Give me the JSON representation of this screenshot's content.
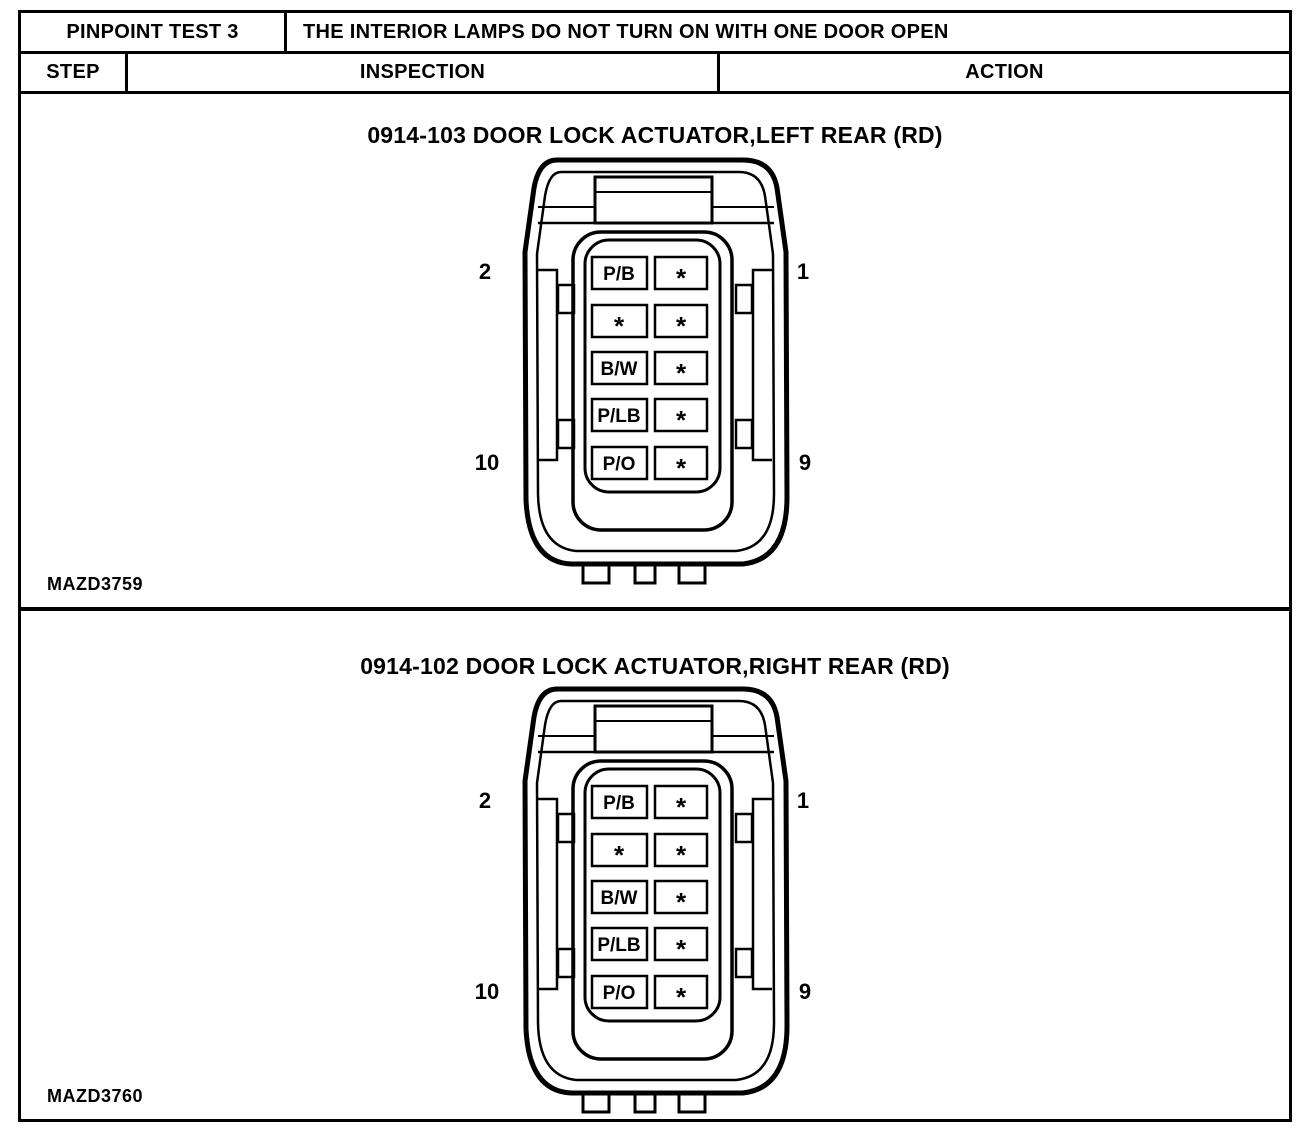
{
  "header": {
    "test_label": "PINPOINT TEST 3",
    "title": "THE INTERIOR LAMPS DO NOT TURN ON WITH ONE DOOR OPEN"
  },
  "columns": {
    "step": "STEP",
    "inspection": "INSPECTION",
    "action": "ACTION"
  },
  "diagrams": [
    {
      "title": "0914-103 DOOR LOCK ACTUATOR,LEFT REAR (RD)",
      "figure_id": "MAZD3759",
      "pins": {
        "top_left": "2",
        "top_right": "1",
        "bottom_left": "10",
        "bottom_right": "9"
      },
      "rows": [
        {
          "left": "P/B",
          "right": "*"
        },
        {
          "left": "*",
          "right": "*"
        },
        {
          "left": "B/W",
          "right": "*"
        },
        {
          "left": "P/LB",
          "right": "*"
        },
        {
          "left": "P/O",
          "right": "*"
        }
      ]
    },
    {
      "title": "0914-102 DOOR LOCK ACTUATOR,RIGHT REAR (RD)",
      "figure_id": "MAZD3760",
      "pins": {
        "top_left": "2",
        "top_right": "1",
        "bottom_left": "10",
        "bottom_right": "9"
      },
      "rows": [
        {
          "left": "P/B",
          "right": "*"
        },
        {
          "left": "*",
          "right": "*"
        },
        {
          "left": "B/W",
          "right": "*"
        },
        {
          "left": "P/LB",
          "right": "*"
        },
        {
          "left": "P/O",
          "right": "*"
        }
      ]
    }
  ],
  "colors": {
    "ink": "#000000",
    "paper": "#ffffff"
  }
}
